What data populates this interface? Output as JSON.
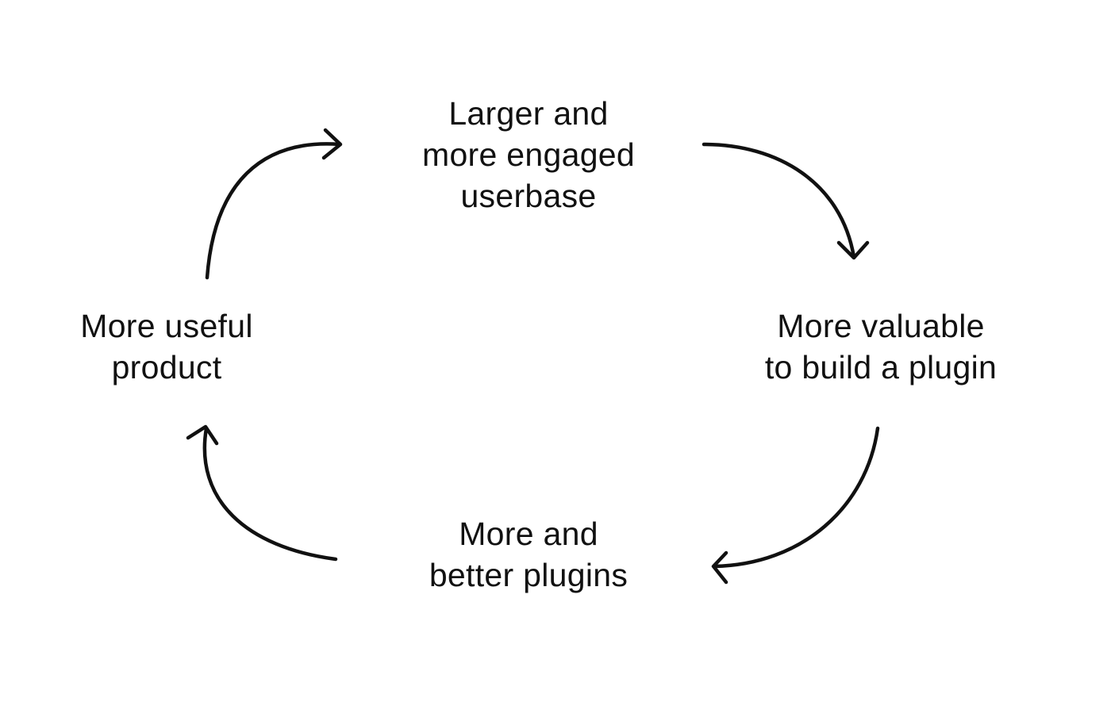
{
  "diagram": {
    "nodes": {
      "top": {
        "lines": [
          "Larger and",
          "more engaged",
          "userbase"
        ]
      },
      "right": {
        "lines": [
          "More valuable",
          "to build a plugin"
        ]
      },
      "bottom": {
        "lines": [
          "More and",
          "better plugins"
        ]
      },
      "left": {
        "lines": [
          "More useful",
          "product"
        ]
      }
    },
    "edges": [
      {
        "from": "top",
        "to": "right"
      },
      {
        "from": "right",
        "to": "bottom"
      },
      {
        "from": "bottom",
        "to": "left"
      },
      {
        "from": "left",
        "to": "top"
      }
    ],
    "colors": {
      "text": "#111111",
      "arrow": "#111111",
      "background": "#ffffff"
    }
  }
}
